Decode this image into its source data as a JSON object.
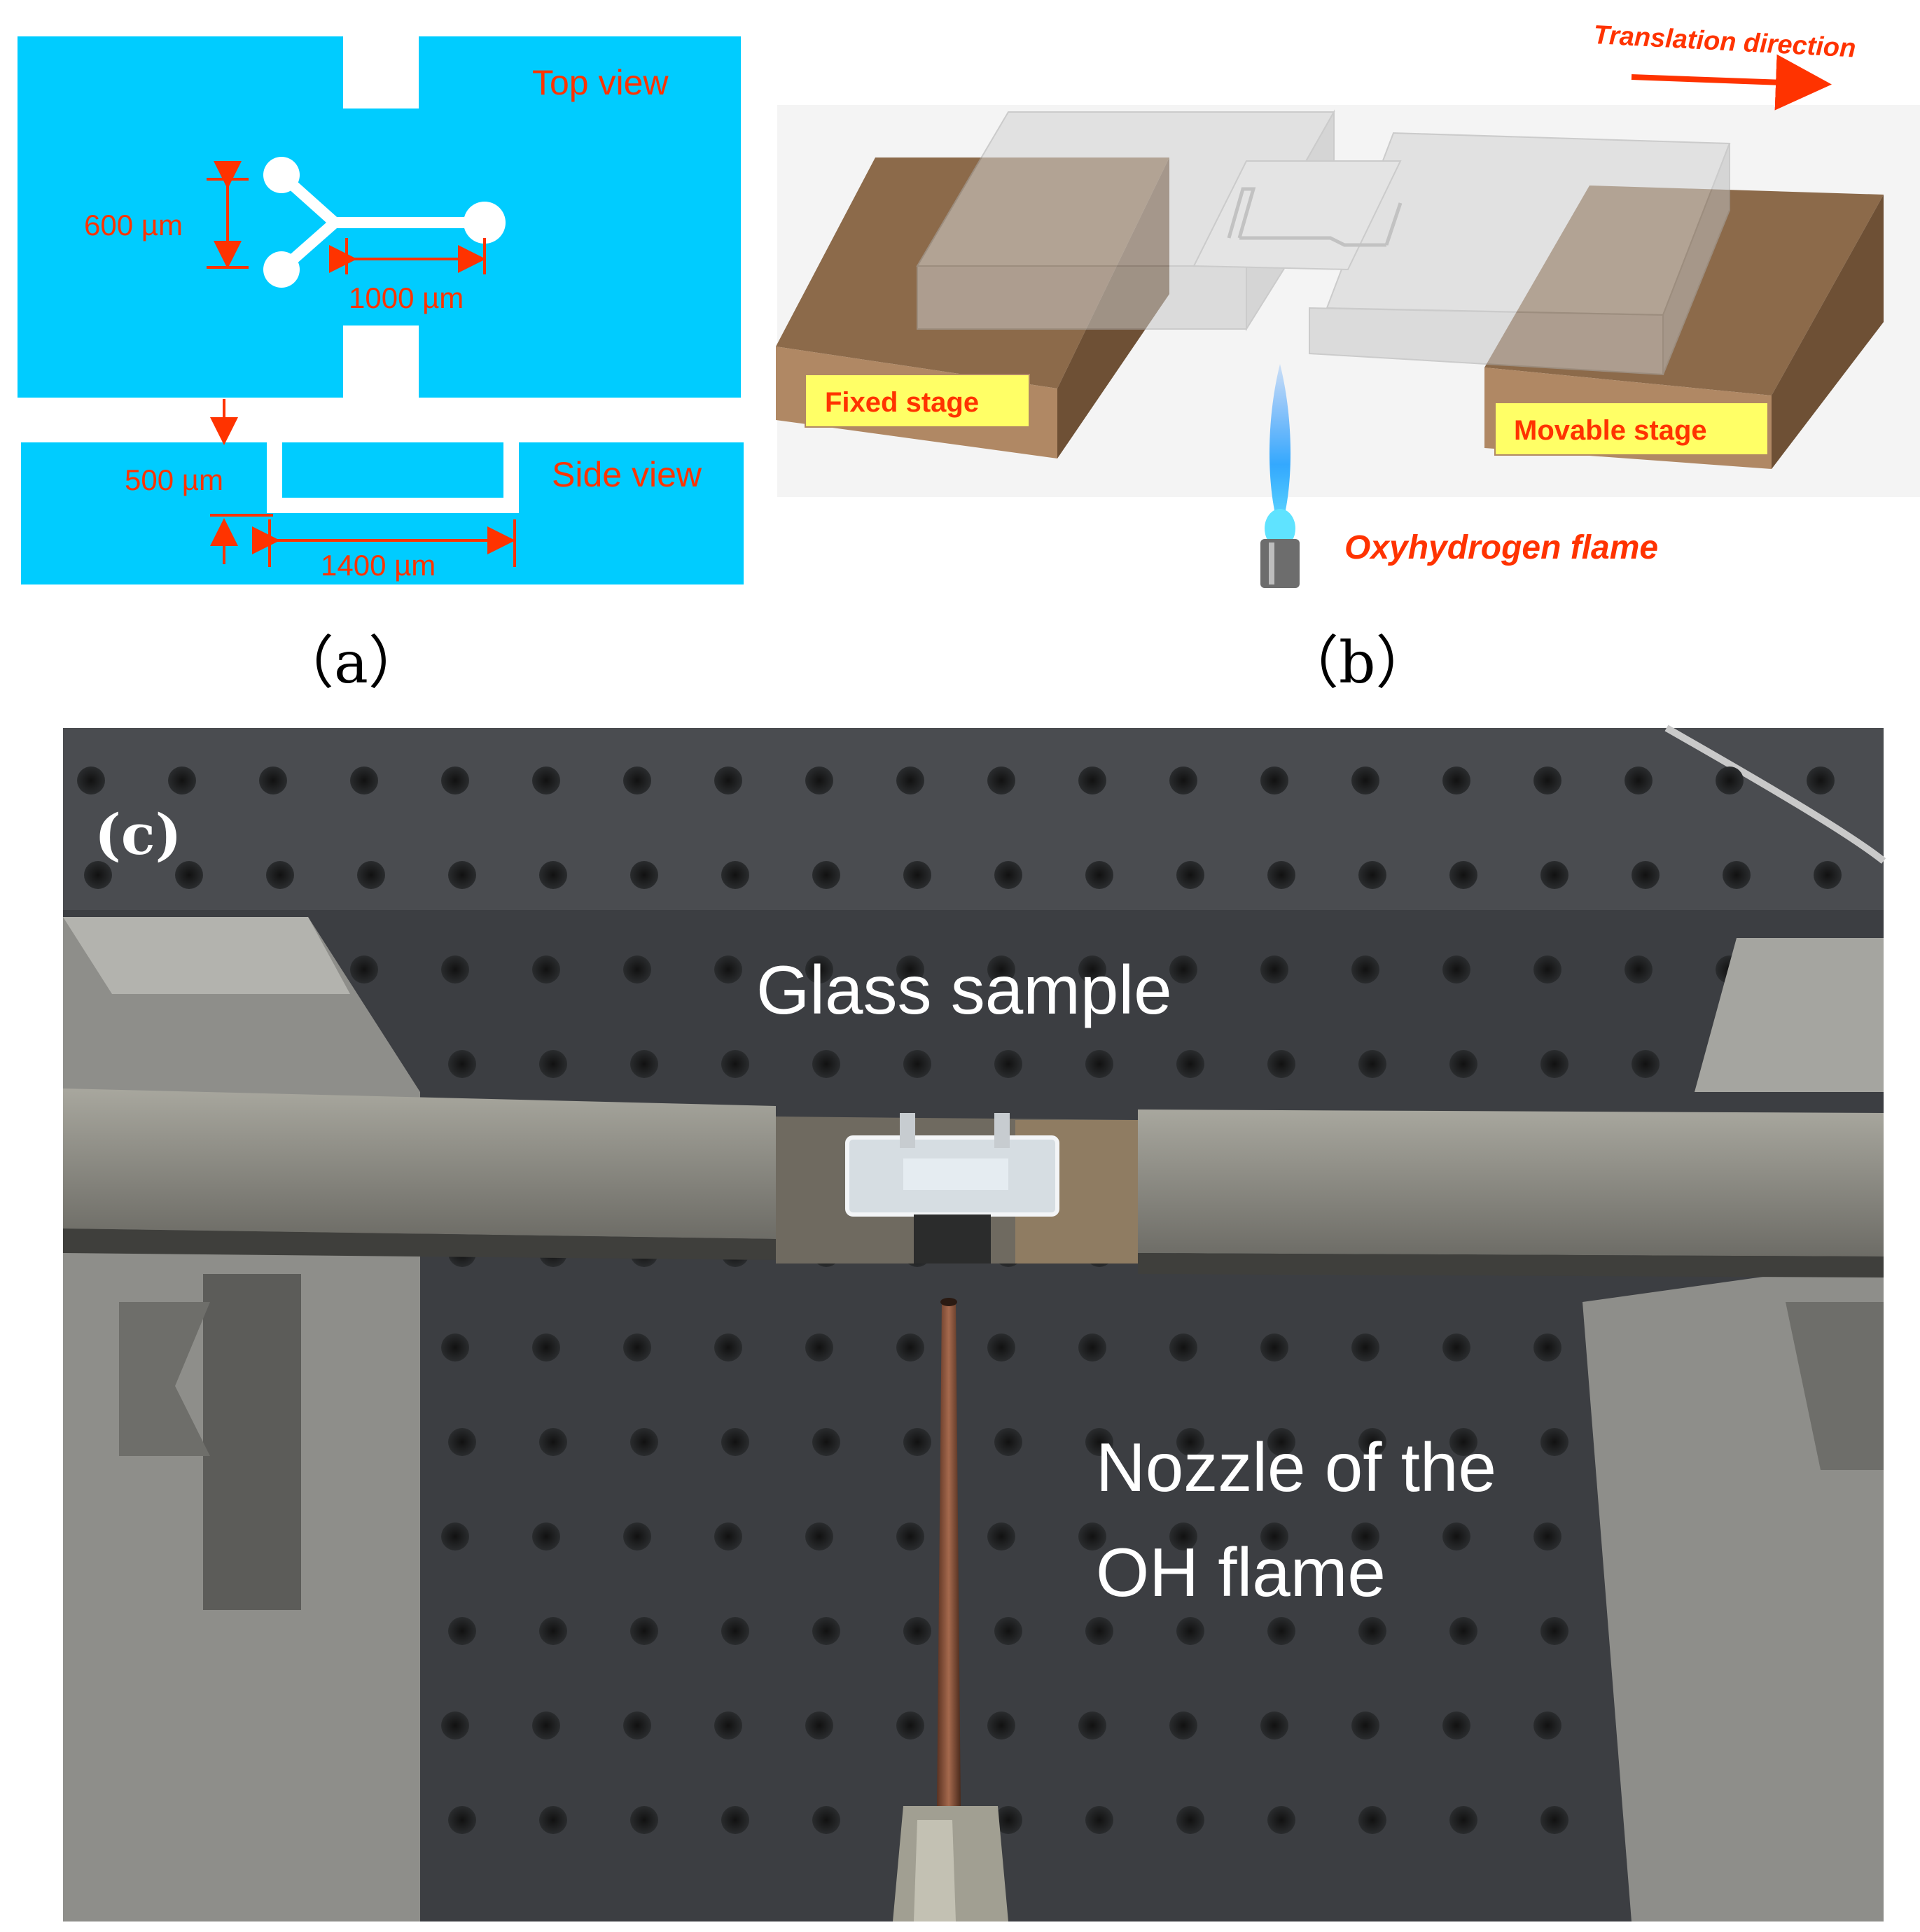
{
  "panel_a": {
    "top_view_label": "Top view",
    "side_view_label": "Side view",
    "dim_600": "600 µm",
    "dim_1000": "1000 µm",
    "dim_500": "500 µm",
    "dim_1400": "1400 µm",
    "caption": "（a）"
  },
  "panel_b": {
    "translation_label": "Translation direction",
    "fixed_stage_label": "Fixed stage",
    "movable_stage_label": "Movable stage",
    "flame_label": "Oxyhydrogen flame",
    "caption": "（b）"
  },
  "panel_c": {
    "caption": "(c)",
    "glass_sample_label": "Glass sample",
    "nozzle_label_line1": "Nozzle of the",
    "nozzle_label_line2": "OH flame"
  },
  "colors": {
    "cyan": "#00CCFF",
    "annotation_red": "#FF3300",
    "stage_brown": "#A67C52",
    "stage_label_bg": "#FFFF66"
  }
}
